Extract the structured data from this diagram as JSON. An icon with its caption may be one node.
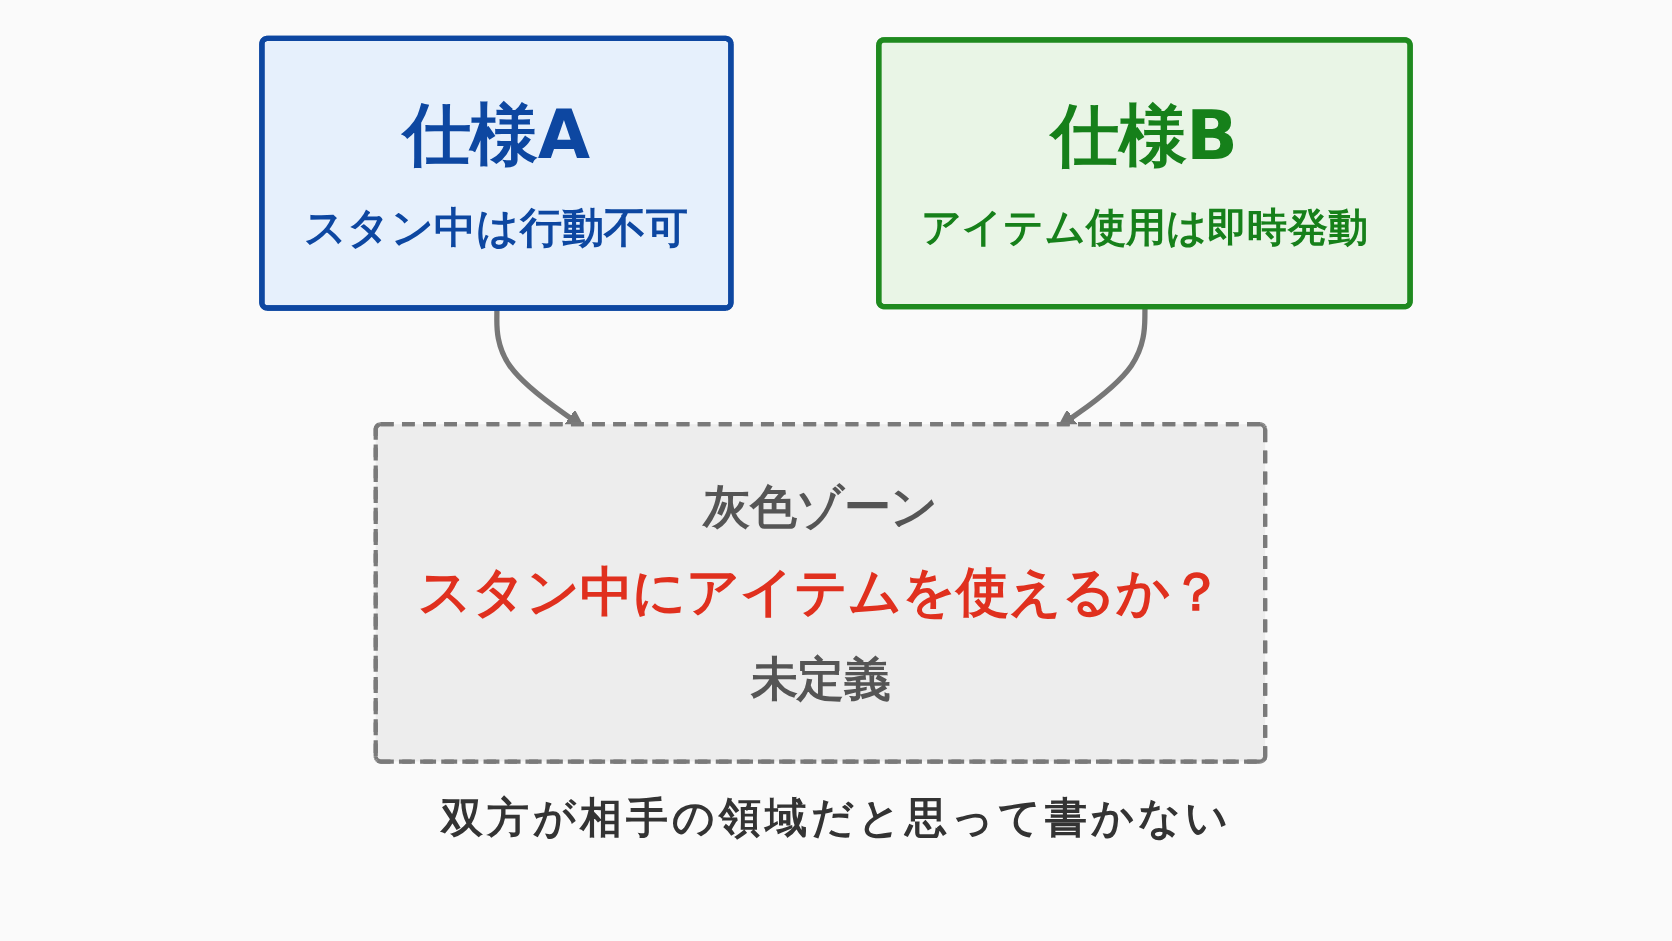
{
  "diagram": {
    "nodes": [
      {
        "text": [
          "仕様A",
          "スタン中は行動不可"
        ]
      },
      {
        "text": [
          "灰色ゾーン",
          "スタン中にアイテムを使えるか？",
          "未定義"
        ]
      },
      {
        "text": [
          "仕様B",
          "アイテム使用は即時発動"
        ]
      }
    ],
    "edges": [
      {
        "from": 0,
        "to": 1,
        "arrow": "to"
      },
      {
        "from": 2,
        "to": 1,
        "arrow": "to"
      }
    ],
    "caption": "双方が相手の領域だと思って書かない"
  }
}
